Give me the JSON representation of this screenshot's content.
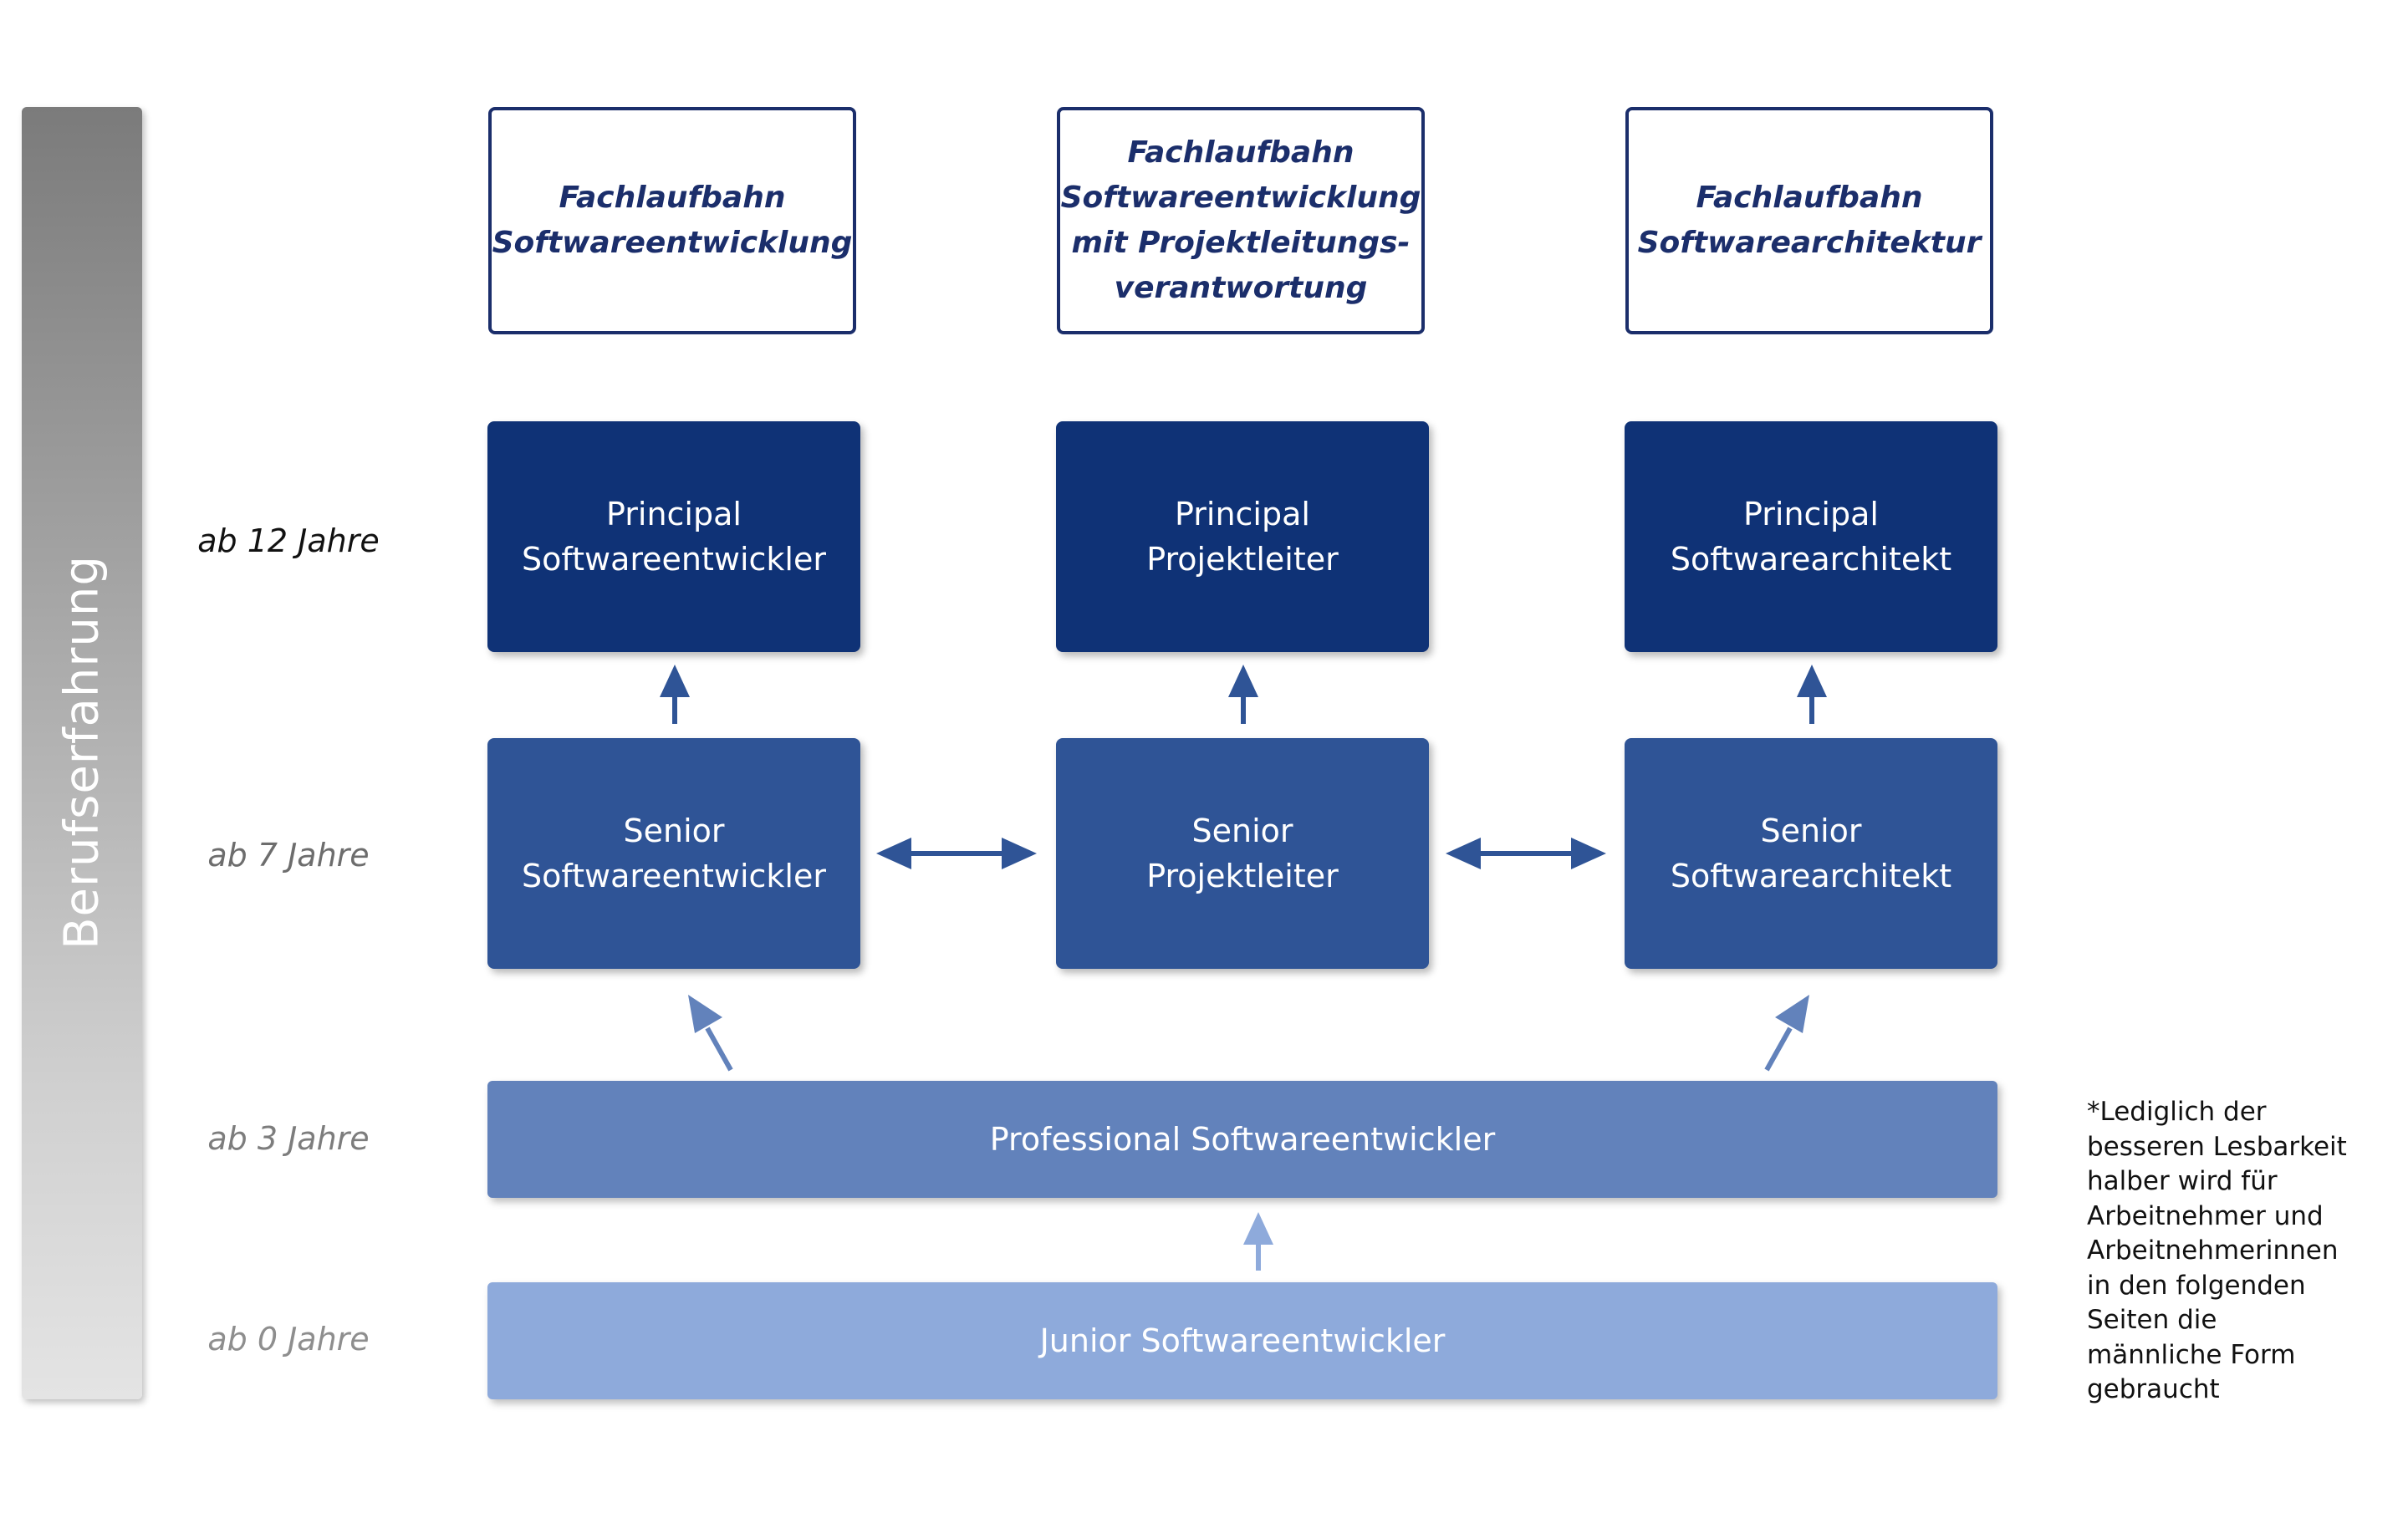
{
  "experience_axis": {
    "label": "Berufserfahrung"
  },
  "levels": [
    {
      "label": "ab 12 Jahre"
    },
    {
      "label": "ab 7 Jahre"
    },
    {
      "label": "ab 3 Jahre"
    },
    {
      "label": "ab 0 Jahre"
    }
  ],
  "tracks": [
    {
      "lines": [
        "Fachlaufbahn",
        "Softwareentwicklung"
      ]
    },
    {
      "lines": [
        "Fachlaufbahn",
        "Softwareentwicklung",
        "mit Projektleitungs-",
        "verantwortung"
      ]
    },
    {
      "lines": [
        "Fachlaufbahn",
        "Softwarearchitektur"
      ]
    }
  ],
  "principal_roles": [
    {
      "lines": [
        "Principal",
        "Softwareentwickler"
      ]
    },
    {
      "lines": [
        "Principal",
        "Projektleiter"
      ]
    },
    {
      "lines": [
        "Principal",
        "Softwarearchitekt"
      ]
    }
  ],
  "senior_roles": [
    {
      "lines": [
        "Senior",
        "Softwareentwickler"
      ]
    },
    {
      "lines": [
        "Senior",
        "Projektleiter"
      ]
    },
    {
      "lines": [
        "Senior",
        "Softwarearchitekt"
      ]
    }
  ],
  "professional_role": {
    "label": "Professional Softwareentwickler"
  },
  "junior_role": {
    "label": "Junior Softwareentwickler"
  },
  "footnote": {
    "lines": [
      "*Lediglich der",
      "besseren Lesbarkeit",
      "halber wird für",
      "Arbeitnehmer und",
      "Arbeitnehmerinnen",
      "in den folgenden",
      "Seiten die",
      "männliche Form",
      "gebraucht"
    ]
  },
  "colors": {
    "principal": "#0f3276",
    "senior": "#2f5496",
    "professional": "#6282bb",
    "junior": "#8eaadb",
    "track_border": "#1b2e6b"
  }
}
